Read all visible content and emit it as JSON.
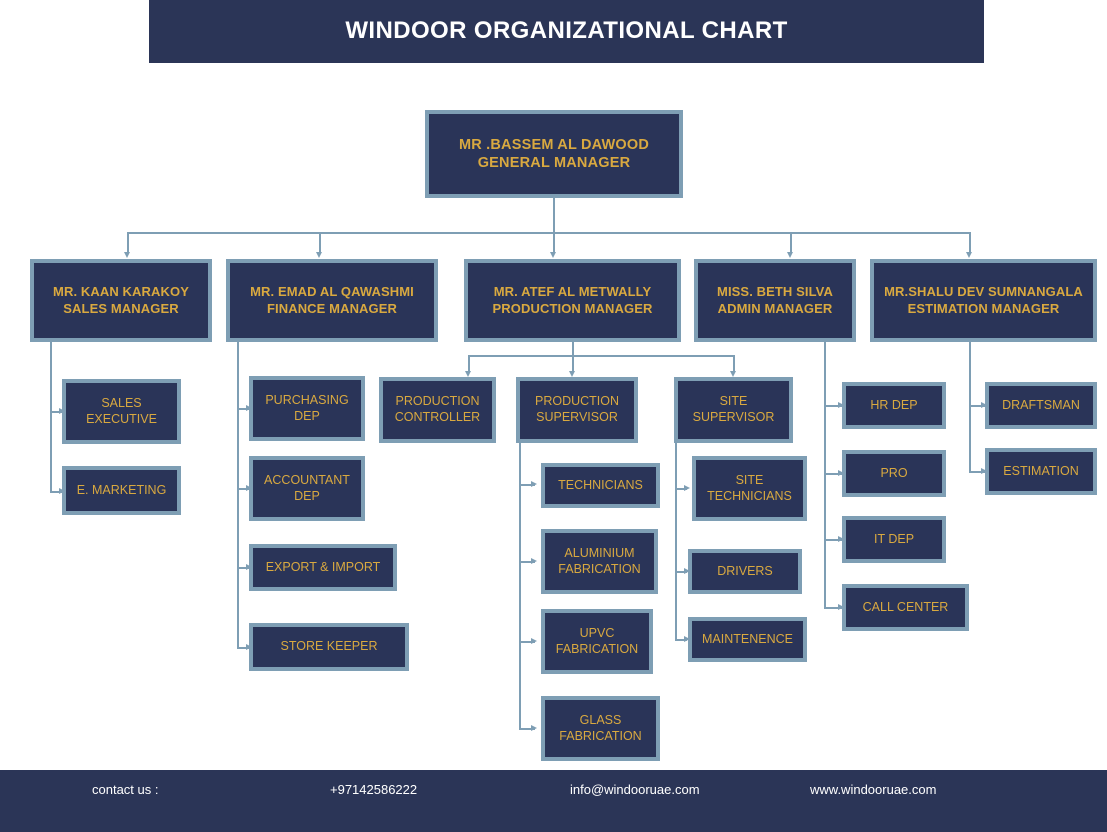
{
  "title": "WINDOOR ORGANIZATIONAL CHART",
  "colors": {
    "banner": "#2B3557",
    "box_fill": "#2A3458",
    "box_border": "#7E9EB4",
    "box_text": "#D9A940",
    "title_text": "#FFFFFF",
    "connector": "#7E9EB4",
    "page_background": "#FFFFFF"
  },
  "chart_data": {
    "type": "diagram",
    "title": "WINDOOR ORGANIZATIONAL CHART",
    "layout": "top-down organizational hierarchy"
  },
  "nodes": {
    "general_manager": {
      "line1": "MR .BASSEM AL DAWOOD",
      "line2": "GENERAL MANAGER"
    },
    "sales_manager": {
      "line1": "MR. KAAN KARAKOY",
      "line2": "SALES MANAGER"
    },
    "finance_manager": {
      "line1": "MR. EMAD AL QAWASHMI",
      "line2": "FINANCE MANAGER"
    },
    "production_manager": {
      "line1": "MR. ATEF AL METWALLY",
      "line2": "PRODUCTION MANAGER"
    },
    "admin_manager": {
      "line1": "MISS. BETH SILVA",
      "line2": "ADMIN MANAGER"
    },
    "estimation_manager": {
      "line1": "MR.SHALU DEV SUMNANGALA",
      "line2": "ESTIMATION MANAGER"
    },
    "sales_executive": {
      "line1": "SALES",
      "line2": "EXECUTIVE"
    },
    "e_marketing": {
      "line1": "E. MARKETING",
      "line2": ""
    },
    "purchasing_dep": {
      "line1": "PURCHASING",
      "line2": "DEP"
    },
    "accountant_dep": {
      "line1": "ACCOUNTANT",
      "line2": "DEP"
    },
    "export_import": {
      "line1": "EXPORT & IMPORT",
      "line2": ""
    },
    "store_keeper": {
      "line1": "STORE KEEPER",
      "line2": ""
    },
    "production_controller": {
      "line1": "PRODUCTION",
      "line2": "CONTROLLER"
    },
    "production_supervisor": {
      "line1": "PRODUCTION",
      "line2": "SUPERVISOR"
    },
    "site_supervisor": {
      "line1": "SITE",
      "line2": "SUPERVISOR"
    },
    "technicians": {
      "line1": "TECHNICIANS",
      "line2": ""
    },
    "aluminium_fabrication": {
      "line1": "ALUMINIUM",
      "line2": "FABRICATION"
    },
    "upvc_fabrication": {
      "line1": "UPVC",
      "line2": "FABRICATION"
    },
    "glass_fabrication": {
      "line1": "GLASS",
      "line2": "FABRICATION"
    },
    "site_technicians": {
      "line1": "SITE",
      "line2": "TECHNICIANS"
    },
    "drivers": {
      "line1": "DRIVERS",
      "line2": ""
    },
    "maintenence": {
      "line1": "MAINTENENCE",
      "line2": ""
    },
    "hr_dep": {
      "line1": "HR DEP",
      "line2": ""
    },
    "pro": {
      "line1": "PRO",
      "line2": ""
    },
    "it_dep": {
      "line1": "IT DEP",
      "line2": ""
    },
    "call_center": {
      "line1": "CALL CENTER",
      "line2": ""
    },
    "draftsman": {
      "line1": "DRAFTSMAN",
      "line2": ""
    },
    "estimation": {
      "line1": "ESTIMATION",
      "line2": ""
    }
  },
  "footer": {
    "contact_label": "contact us :",
    "phone": "+97142586222",
    "email": "info@windooruae.com",
    "website": "www.windooruae.com"
  }
}
